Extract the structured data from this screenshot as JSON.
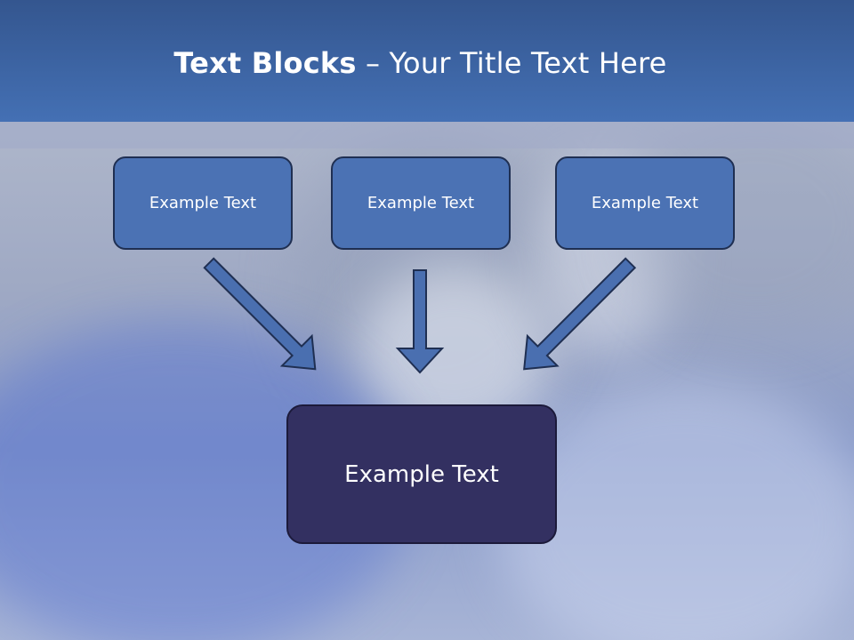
{
  "slide": {
    "title_bold": "Text Blocks",
    "title_rest": " – Your Title Text Here"
  },
  "blocks": {
    "top_left": "Example Text",
    "top_middle": "Example Text",
    "top_right": "Example Text",
    "bottom": "Example Text"
  },
  "colors": {
    "header": "#4470b4",
    "block_fill": "#4b72b4",
    "bottom_block_fill": "#333061",
    "arrow_fill": "#4a6fb0",
    "outline": "#1f2f52"
  }
}
